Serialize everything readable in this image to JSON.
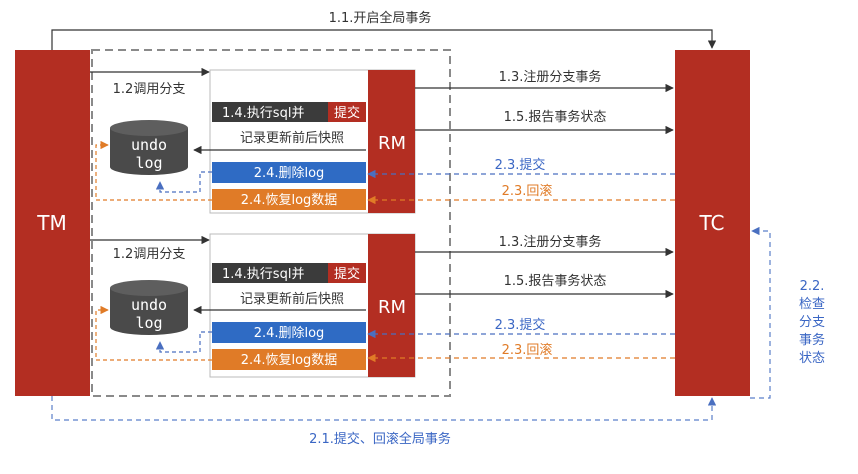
{
  "colors": {
    "red": "#b32e22",
    "dark": "#3b3b3b",
    "blue": "#2f6bc4",
    "orange": "#e07b27",
    "blue_dash": "#5b7fc9",
    "gray_dash": "#8a8a8a"
  },
  "nodes": {
    "tm": "TM",
    "tc": "TC",
    "rm": "RM",
    "undo_line1": "undo",
    "undo_line2": "log"
  },
  "steps": {
    "open_global": "1.1.开启全局事务",
    "call_branch": "1.2调用分支",
    "register_branch": "1.3.注册分支事务",
    "exec_sql_prefix": "1.4.执行sql并",
    "exec_sql_commit": "提交",
    "record_snapshot": "记录更新前后快照",
    "report_status": "1.5.报告事务状态",
    "delete_log": "2.4.删除log",
    "restore_log": "2.4.恢复log数据",
    "commit": "2.3.提交",
    "rollback": "2.3.回滚",
    "global_commit_rollback": "2.1.提交、回滚全局事务",
    "check_status": [
      "2.2.",
      "检查",
      "分支",
      "事务",
      "状态"
    ]
  }
}
